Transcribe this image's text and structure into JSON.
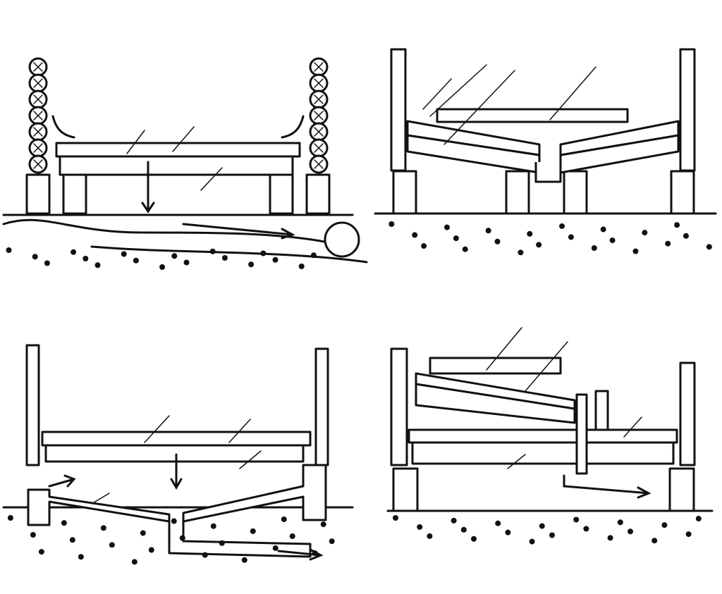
{
  "colors": {
    "ink": "#111111",
    "paper": "#ffffff"
  },
  "panels": [
    {
      "id": "log-wall-gravel-drain"
    },
    {
      "id": "sloped-floor-central-gutter"
    },
    {
      "id": "concrete-ramp-drain-pipe"
    },
    {
      "id": "single-slope-side-drain"
    }
  ]
}
